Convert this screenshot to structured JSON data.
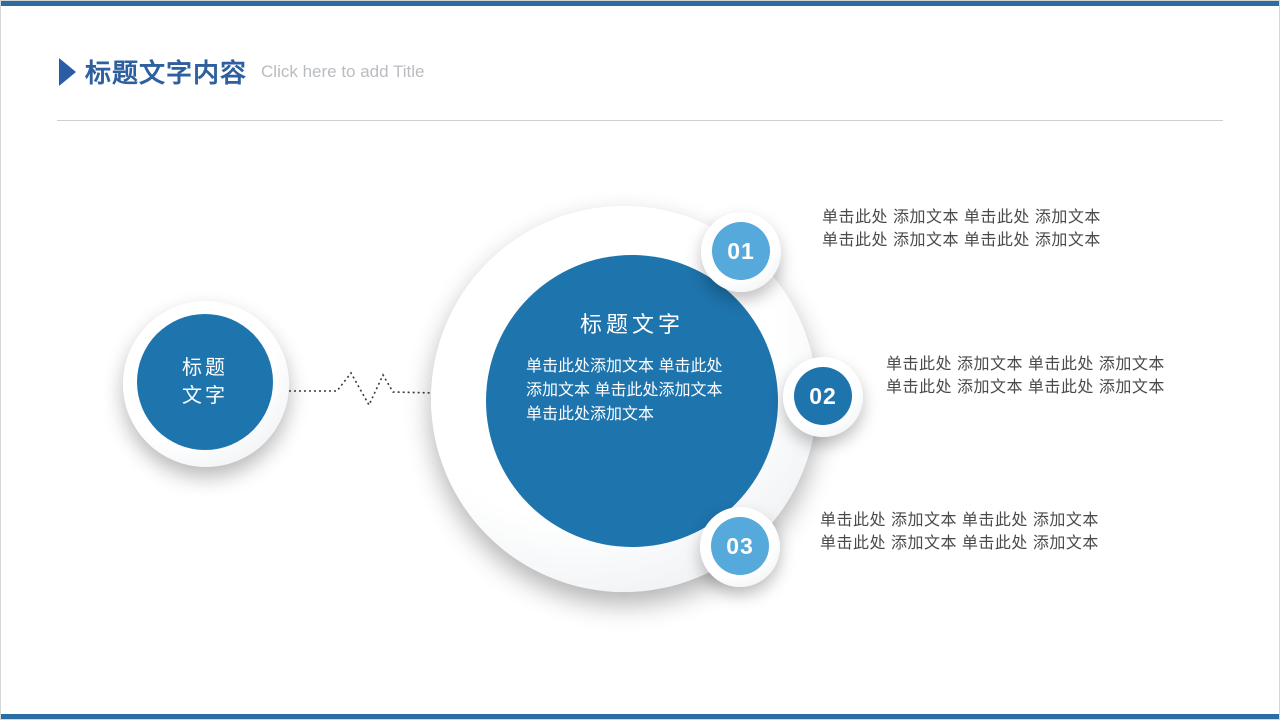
{
  "header": {
    "title": "标题文字内容",
    "subtitle": "Click here to add Title"
  },
  "left_circle": {
    "line1": "标题",
    "line2": "文字"
  },
  "main_circle": {
    "title": "标题文字",
    "body": "单击此处添加文本 单击此处添加文本 单击此处添加文本 单击此处添加文本"
  },
  "items": [
    {
      "number": "01",
      "color": "#56a9db",
      "line1": "单击此处 添加文本 单击此处 添加文本",
      "line2": "单击此处 添加文本 单击此处 添加文本"
    },
    {
      "number": "02",
      "color": "#1e74ad",
      "line1": "单击此处 添加文本 单击此处 添加文本",
      "line2": "单击此处 添加文本 单击此处 添加文本"
    },
    {
      "number": "03",
      "color": "#56a9db",
      "line1": "单击此处 添加文本 单击此处 添加文本",
      "line2": "单击此处 添加文本 单击此处 添加文本"
    }
  ],
  "colors": {
    "accent_blue": "#1e74ad",
    "light_blue": "#56a9db",
    "title_blue": "#2e5f9e",
    "bar_blue": "#2d6ca3",
    "subtitle_gray": "#b9bcc0",
    "body_gray": "#4a4a4a"
  }
}
